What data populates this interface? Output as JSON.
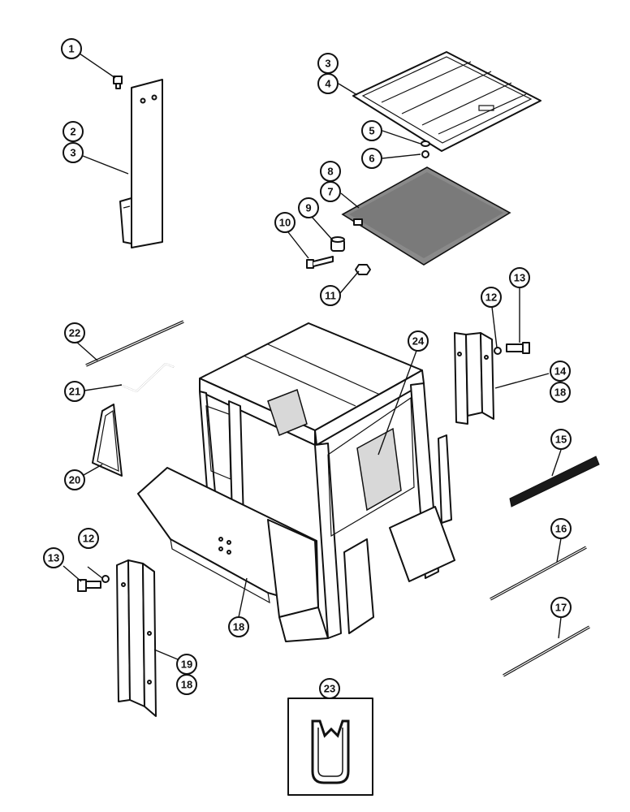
{
  "diagram": {
    "colors": {
      "ink": "#111111",
      "paper": "#ffffff",
      "felt": "#8a8a8a",
      "strip": "#1a1a1a"
    },
    "callouts": [
      {
        "id": "c1",
        "label": "1"
      },
      {
        "id": "c2",
        "label": "2"
      },
      {
        "id": "c3a",
        "label": "3"
      },
      {
        "id": "c3b",
        "label": "3"
      },
      {
        "id": "c4",
        "label": "4"
      },
      {
        "id": "c5",
        "label": "5"
      },
      {
        "id": "c6",
        "label": "6"
      },
      {
        "id": "c7",
        "label": "7"
      },
      {
        "id": "c8",
        "label": "8"
      },
      {
        "id": "c9",
        "label": "9"
      },
      {
        "id": "c10",
        "label": "10"
      },
      {
        "id": "c11",
        "label": "11"
      },
      {
        "id": "c12a",
        "label": "12"
      },
      {
        "id": "c12b",
        "label": "12"
      },
      {
        "id": "c13a",
        "label": "13"
      },
      {
        "id": "c13b",
        "label": "13"
      },
      {
        "id": "c14",
        "label": "14"
      },
      {
        "id": "c15",
        "label": "15"
      },
      {
        "id": "c16",
        "label": "16"
      },
      {
        "id": "c17",
        "label": "17"
      },
      {
        "id": "c18a",
        "label": "18"
      },
      {
        "id": "c18b",
        "label": "18"
      },
      {
        "id": "c18c",
        "label": "18"
      },
      {
        "id": "c19",
        "label": "19"
      },
      {
        "id": "c20",
        "label": "20"
      },
      {
        "id": "c21",
        "label": "21"
      },
      {
        "id": "c22",
        "label": "22"
      },
      {
        "id": "c23",
        "label": "23"
      },
      {
        "id": "c24",
        "label": "24"
      }
    ]
  }
}
